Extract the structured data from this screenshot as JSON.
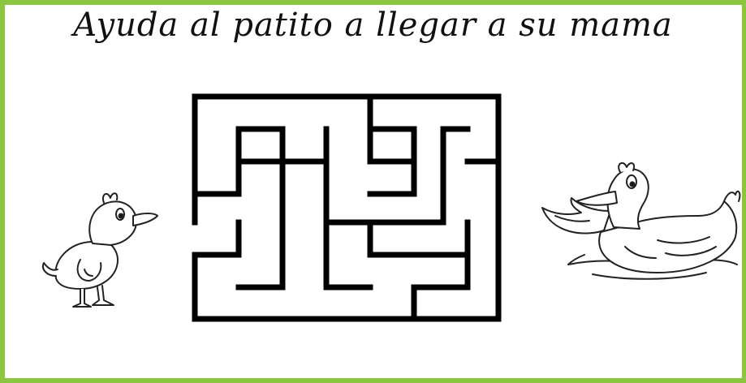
{
  "worksheet": {
    "title": "Ayuda al patito a llegar a su mama"
  },
  "illustrations": {
    "left": "duckling-drawing",
    "right": "mother-duck-drawing"
  },
  "maze": {
    "wall_color": "#000000"
  },
  "colors": {
    "border": "#8cc63f",
    "background": "#ffffff",
    "ink": "#111111"
  }
}
